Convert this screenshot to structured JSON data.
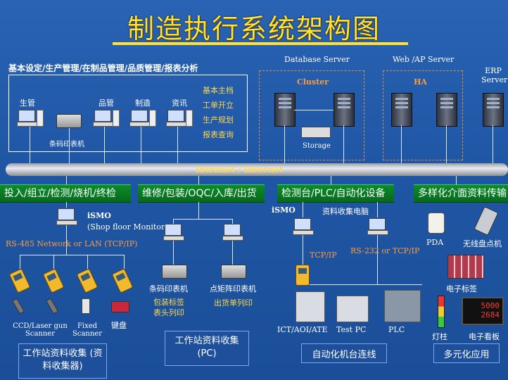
{
  "title": "制造执行系统架构图",
  "office": {
    "header": "基本设定/生产管理/在制品管理/品质管理/报表分析",
    "nodes": [
      "生管",
      "品管",
      "制造",
      "资讯"
    ],
    "printer_label": "条码印表机",
    "functions": [
      "基本主档",
      "工单开立",
      "生产规划",
      "报表查询"
    ]
  },
  "servers": {
    "database_label": "Database Server",
    "cluster_label": "Cluster",
    "storage_label": "Storage",
    "web_label": "Web /AP Server",
    "ha_label": "HA",
    "erp_label": "ERP Server"
  },
  "network": {
    "label": "Intranet / Internet"
  },
  "bands": [
    "投入/组立/检测/烧机/终检",
    "维修/包装/OQC/入库/出货",
    "检测台/PLC/自动化设备",
    "多样化介面资料传输"
  ],
  "ismo1": {
    "title": "iSMO",
    "subtitle": "(Shop floor Monitor)"
  },
  "rs485_label": "RS-485 Network  or LAN (TCP/IP)",
  "scanners": {
    "ccd_label": "CCD/Laser gun Scanner",
    "fixed_label": "Fixed Scanner",
    "keyboard_label": "键盘"
  },
  "pack_station": {
    "barcode_printer": "条码印表机",
    "barcode_note": "包装标签 表头列印",
    "dot_printer": "点矩阵印表机",
    "dot_note": "出货单列印"
  },
  "ismo2": {
    "title": "iSMO",
    "pc_label": "资料收集电脑"
  },
  "tcpip_label": "TCP/IP",
  "rs232_label": "RS-232 or TCP/IP",
  "auto_devices": [
    "ICT/AOI/ATE",
    "Test PC",
    "PLC"
  ],
  "multi": {
    "pda": "PDA",
    "wireless": "无线盘点机",
    "etag": "电子标签",
    "lamp": "灯柱",
    "board": "电子看板",
    "board_digits": "5000 2684"
  },
  "bottom": {
    "box1": "工作站资料收集 (资料收集器)",
    "box2": "工作站资料收集 (PC)",
    "box3": "自动化机台连线",
    "box4": "多元化应用"
  }
}
